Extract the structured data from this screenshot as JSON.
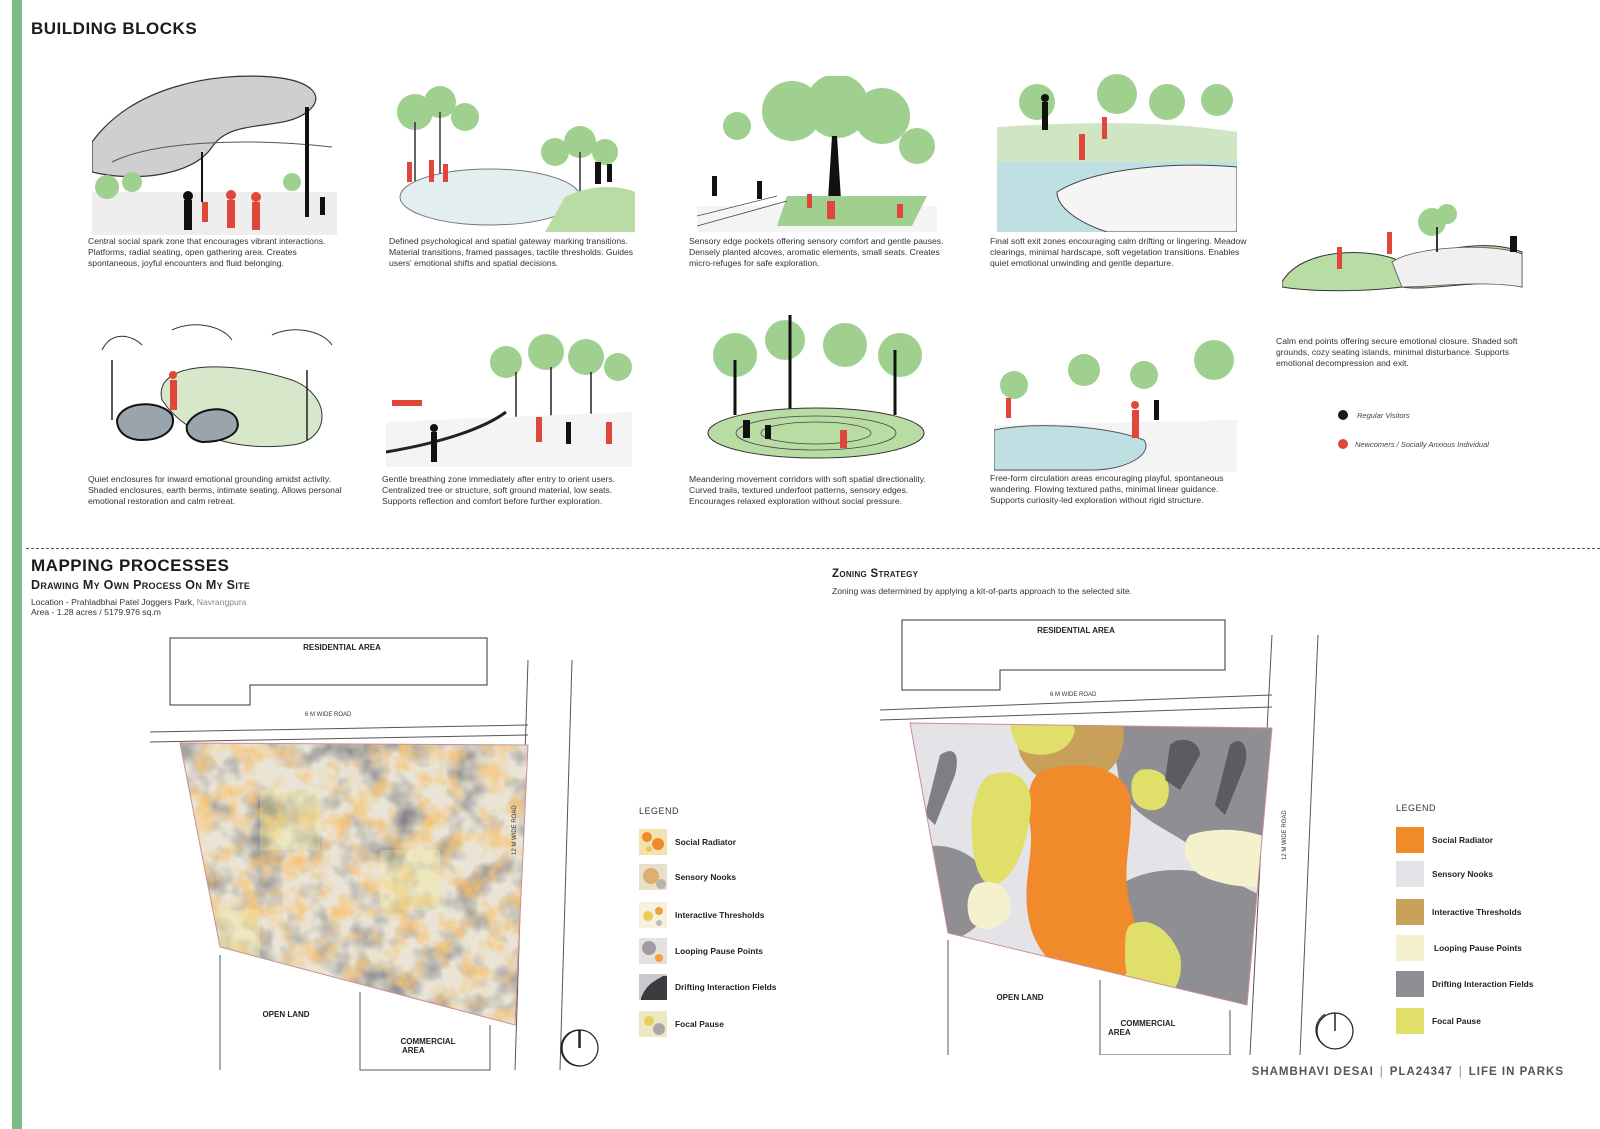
{
  "header": {
    "title": "BUILDING BLOCKS"
  },
  "blocks": [
    {
      "caption": "Central social spark zone that encourages vibrant interactions. Platforms, radial seating, open gathering area. Creates spontaneous, joyful encounters and fluid belonging."
    },
    {
      "caption": "Defined psychological and spatial gateway marking transitions. Material transitions, framed passages, tactile thresholds. Guides users' emotional shifts and spatial decisions."
    },
    {
      "caption": "Sensory edge pockets offering sensory comfort and gentle pauses. Densely planted alcoves, aromatic elements, small seats. Creates micro-refuges for safe exploration."
    },
    {
      "caption": "Final soft exit zones encouraging calm drifting or lingering. Meadow clearings, minimal hardscape, soft vegetation transitions. Enables quiet emotional unwinding and gentle departure."
    },
    {
      "caption": "Calm end points offering secure emotional closure. Shaded soft grounds, cozy seating islands, minimal disturbance. Supports emotional decompression and exit."
    },
    {
      "caption": "Quiet enclosures for inward emotional grounding amidst activity. Shaded enclosures, earth berms, intimate seating. Allows personal emotional restoration and calm retreat."
    },
    {
      "caption": "Gentle breathing zone immediately after entry to orient users. Centralized tree or structure, soft ground material, low seats. Supports reflection and comfort before further exploration."
    },
    {
      "caption": "Meandering movement corridors with soft spatial directionality. Curved trails, textured underfoot patterns, sensory edges. Encourages relaxed exploration without social pressure."
    },
    {
      "caption": "Free-form circulation areas encouraging playful, spontaneous wandering. Flowing textured paths, minimal linear guidance. Supports curiosity-led exploration without rigid structure."
    }
  ],
  "people_key": {
    "regular": {
      "label": "Regular Visitors",
      "color": "#1a1a1a"
    },
    "newcomer": {
      "label": "Newcomers / Socially Anxious Individual",
      "color": "#e0473a"
    }
  },
  "mapping": {
    "title": "MAPPING PROCESSES",
    "subtitle": "Drawing My Own Process On My Site",
    "location_prefix": "Location - Prahladbhai Patel Joggers Park,",
    "location_area": "Navrangpura",
    "area": "Area - 1.28 acres / 5179.976 sq.m"
  },
  "zoning": {
    "title": "Zoning Strategy",
    "description": "Zoning was determined by applying a kit-of-parts approach to the selected site."
  },
  "map_labels": {
    "residential": "RESIDENTIAL AREA",
    "road_top": "6 M WIDE ROAD",
    "road_right": "12 M WIDE ROAD",
    "open_land": "OPEN LAND",
    "commercial_1": "COMMERCIAL",
    "commercial_2": "AREA"
  },
  "legend": {
    "title": "LEGEND",
    "items": [
      {
        "label": "Social Radiator",
        "color": "#f08a2a"
      },
      {
        "label": "Sensory Nooks",
        "color": "#e3e3e8"
      },
      {
        "label": "Interactive Thresholds",
        "color": "#c9a05a"
      },
      {
        "label": "Looping Pause Points",
        "color": "#f4f1cc"
      },
      {
        "label": "Drifting Interaction Fields",
        "color": "#8f8e92"
      },
      {
        "label": "Focal Pause",
        "color": "#dfdf6a"
      }
    ]
  },
  "footer": {
    "name": "SHAMBHAVI DESAI",
    "code": "PLA24347",
    "project": "LIFE IN PARKS"
  },
  "colors": {
    "accent_green": "#7dbb87",
    "person_red": "#e0473a",
    "tree_green": "#9fd08f",
    "water": "#bfe0e2"
  }
}
